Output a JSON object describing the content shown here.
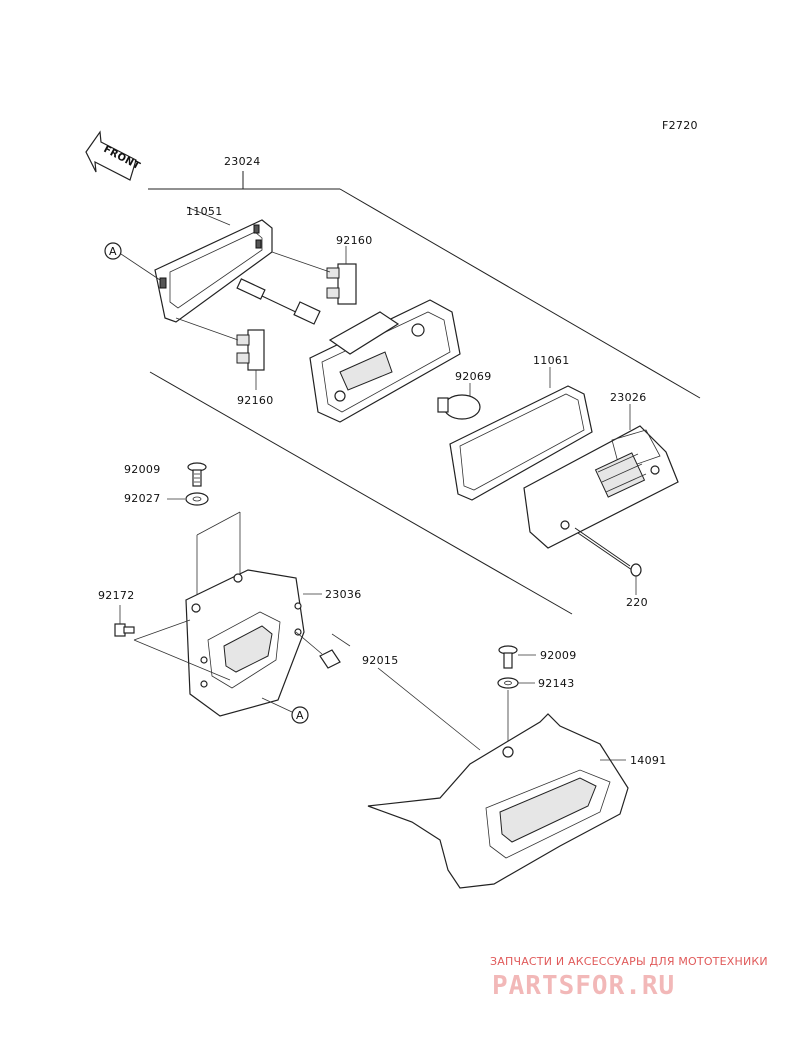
{
  "diagram_code": "F2720",
  "front_label": "FRONT",
  "ref_marker": "A",
  "part_numbers": {
    "p23024": "23024",
    "p11051": "11051",
    "p92160_top": "92160",
    "p92160_bottom": "92160",
    "p11061": "11061",
    "p92069": "92069",
    "p23026": "23026",
    "p220": "220",
    "p92009_top": "92009",
    "p92027": "92027",
    "p92172": "92172",
    "p23036": "23036",
    "p92015": "92015",
    "p92009_bottom": "92009",
    "p92143": "92143",
    "p14091": "14091"
  },
  "watermark": {
    "caption": "ЗАПЧАСТИ И АКСЕССУАРЫ ДЛЯ МОТОТЕХНИКИ",
    "brand": "PARTSFOR.RU",
    "color": "#e05a5a"
  }
}
